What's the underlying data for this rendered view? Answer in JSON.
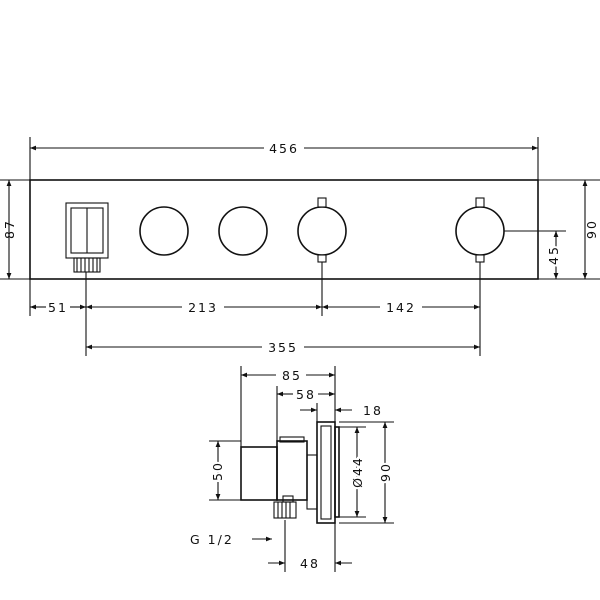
{
  "front_view": {
    "overall_width": "456",
    "overall_height": "87",
    "panel_height": "90",
    "knob_axis": "45",
    "dim_outlet_offset": "51",
    "dim_knob_span": "213",
    "dim_end_offset": "142",
    "dim_outlet_to_knob": "355"
  },
  "side_view": {
    "depth_total": "85",
    "depth_body": "58",
    "plate_depth": "18",
    "body_height": "50",
    "knob_diameter": "Ø44",
    "plate_height": "90",
    "thread_label": "G 1/2",
    "outlet_depth": "48"
  }
}
